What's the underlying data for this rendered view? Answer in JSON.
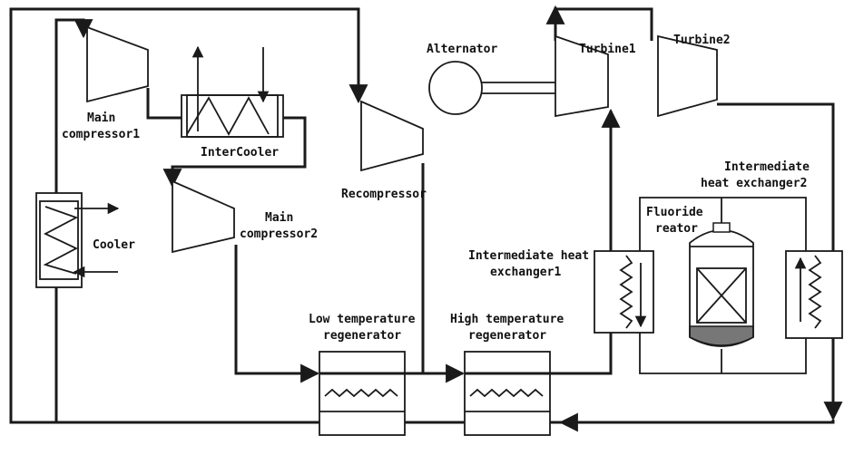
{
  "labels": {
    "alternator": "Alternator",
    "turbine1": "Turbine1",
    "turbine2": "Turbine2",
    "main_compressor1_l1": "Main",
    "main_compressor1_l2": "compressor1",
    "intercooler": "InterCooler",
    "recompressor": "Recompressor",
    "main_compressor2_l1": "Main",
    "main_compressor2_l2": "compressor2",
    "cooler": "Cooler",
    "ihx2_l1": "Intermediate",
    "ihx2_l2": "heat exchanger2",
    "fluoride_l1": "Fluoride",
    "fluoride_l2": "reator",
    "ihx1_l1": "Intermediate heat",
    "ihx1_l2": "exchanger1",
    "ltr_l1": "Low temperature",
    "ltr_l2": "regenerator",
    "htr_l1": "High temperature",
    "htr_l2": "regenerator"
  }
}
